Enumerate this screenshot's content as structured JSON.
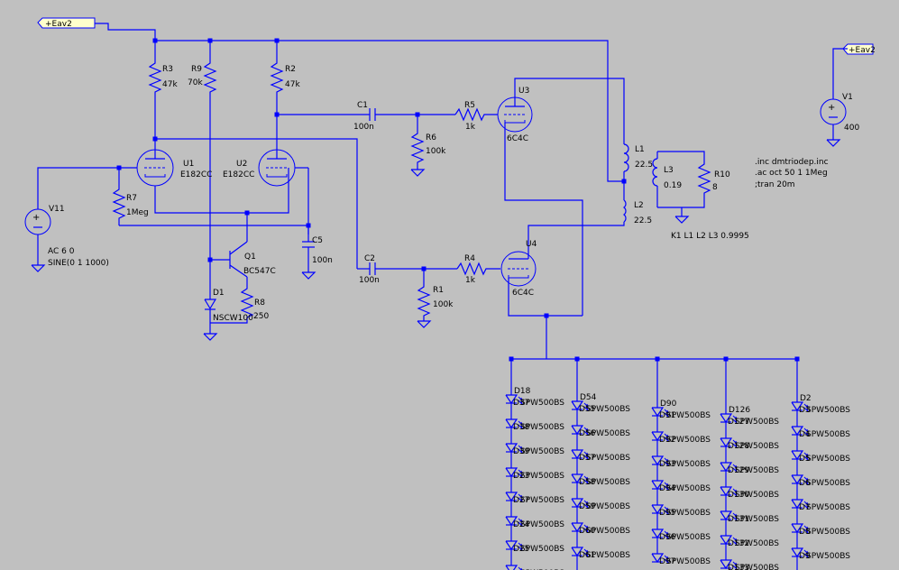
{
  "nets": {
    "eav2_a": "+Eav2",
    "eav2_b": "+Eav2"
  },
  "directives": [
    ".inc dmtriodep.inc",
    ".ac oct 50 1 1Meg",
    ";tran 20m"
  ],
  "coupling": "K1 L1 L2 L3 0.9995",
  "parts": {
    "R3": {
      "name": "R3",
      "value": "47k"
    },
    "R9": {
      "name": "R9",
      "value": "70k"
    },
    "R2": {
      "name": "R2",
      "value": "47k"
    },
    "R7": {
      "name": "R7",
      "value": "1Meg"
    },
    "R6": {
      "name": "R6",
      "value": "100k"
    },
    "R5": {
      "name": "R5",
      "value": "1k"
    },
    "R1": {
      "name": "R1",
      "value": "100k"
    },
    "R4": {
      "name": "R4",
      "value": "1k"
    },
    "R8": {
      "name": "R8",
      "value": "250"
    },
    "R10": {
      "name": "R10",
      "value": "8"
    },
    "C1": {
      "name": "C1",
      "value": "100n"
    },
    "C2": {
      "name": "C2",
      "value": "100n"
    },
    "C5": {
      "name": "C5",
      "value": "100n"
    },
    "U1": {
      "name": "U1",
      "value": "E182CC"
    },
    "U2": {
      "name": "U2",
      "value": "E182CC"
    },
    "U3": {
      "name": "U3",
      "value": "6C4C"
    },
    "U4": {
      "name": "U4",
      "value": "6C4C"
    },
    "Q1": {
      "name": "Q1",
      "value": "BC547C"
    },
    "D1": {
      "name": "D1",
      "value": "NSCW100"
    },
    "L1": {
      "name": "L1",
      "value": "22.5"
    },
    "L2": {
      "name": "L2",
      "value": "22.5"
    },
    "L3": {
      "name": "L3",
      "value": "0.19"
    },
    "V1": {
      "name": "V1",
      "value": "400"
    },
    "V11": {
      "name": "V11",
      "value": "AC 6 0",
      "value2": "SINE(0 1 1000)"
    }
  },
  "led_columns": [
    {
      "top": "D18",
      "labels": [
        "D37",
        "D38",
        "D39",
        "D23",
        "D27",
        "D24",
        "D25"
      ]
    },
    {
      "top": "D54",
      "labels": [
        "D55",
        "D56",
        "D57",
        "D58",
        "D59",
        "D60",
        "D61"
      ]
    },
    {
      "top": "D90",
      "labels": [
        "D91",
        "D92",
        "D93",
        "D94",
        "D95",
        "D96",
        "D97"
      ]
    },
    {
      "top": "D126",
      "labels": [
        "D127",
        "D128",
        "D129",
        "D130",
        "D131",
        "D132",
        "D133"
      ]
    },
    {
      "top": "D2",
      "labels": [
        "D3",
        "D4",
        "D5",
        "D6",
        "D7",
        "D8",
        "D9"
      ]
    }
  ],
  "led_part": "SPW500BS"
}
